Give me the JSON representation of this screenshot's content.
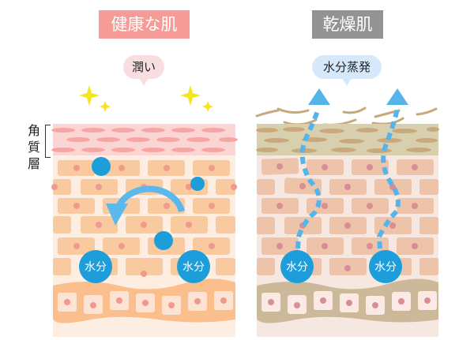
{
  "left_panel": {
    "title": "健康な肌",
    "bubble": "潤い",
    "layer_label": "角質層",
    "water_labels": [
      "水分",
      "水分"
    ],
    "colors": {
      "title_bg": "#f79b97",
      "stratum": "#fbd5d4",
      "cells": "#f9caa0",
      "basal": "#fbbf8e",
      "water": "#1e9ddb"
    }
  },
  "right_panel": {
    "title": "乾燥肌",
    "bubble": "水分蒸発",
    "water_labels": [
      "水分",
      "水分"
    ],
    "colors": {
      "title_bg": "#939393",
      "stratum": "#d8cfaf",
      "cells": "#edc3a9",
      "basal": "#cbb99a",
      "arrows": "#55b5ea"
    }
  }
}
